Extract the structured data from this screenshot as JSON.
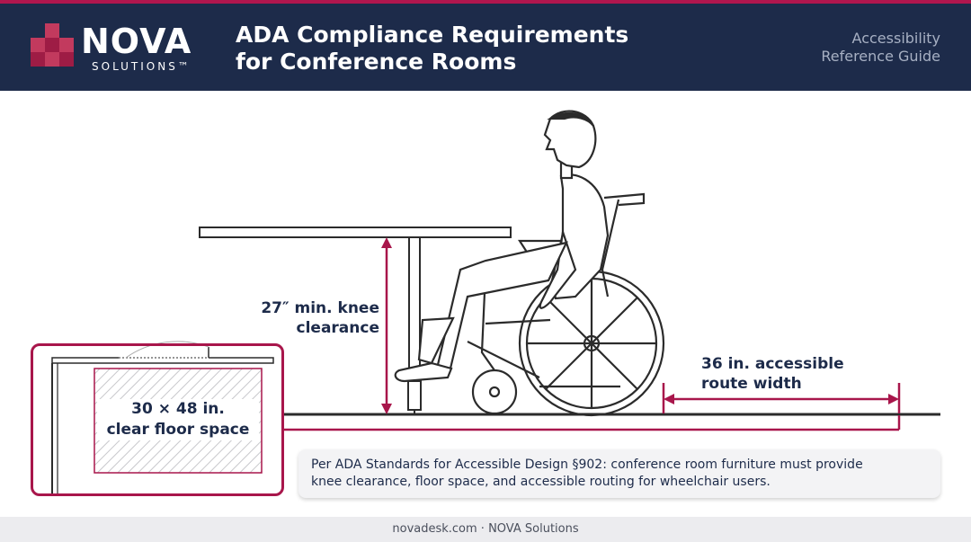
{
  "brand": {
    "name": "NOVA",
    "sub": "SOLUTIONS™",
    "colors": {
      "navy": "#1d2b4a",
      "accent": "#b0164e",
      "icon": "#c23a5e"
    }
  },
  "header": {
    "title_line1": "ADA Compliance Requirements",
    "title_line2": "for Conference Rooms",
    "tagline_line1": "Accessibility",
    "tagline_line2": "Reference Guide"
  },
  "diagram": {
    "knee_label_line1": "27″ min. knee",
    "knee_label_line2": "clearance",
    "route_label_line1": "36 in. accessible",
    "route_label_line2": "route width",
    "floor_label_line1": "30 × 48 in.",
    "floor_label_line2": "clear floor space"
  },
  "note": {
    "line1": "Per ADA Standards for Accessible Design §902: conference room furniture must provide",
    "line2": "knee clearance, floor space, and accessible routing for wheelchair users."
  },
  "footer": {
    "text": "novadesk.com · NOVA Solutions"
  }
}
